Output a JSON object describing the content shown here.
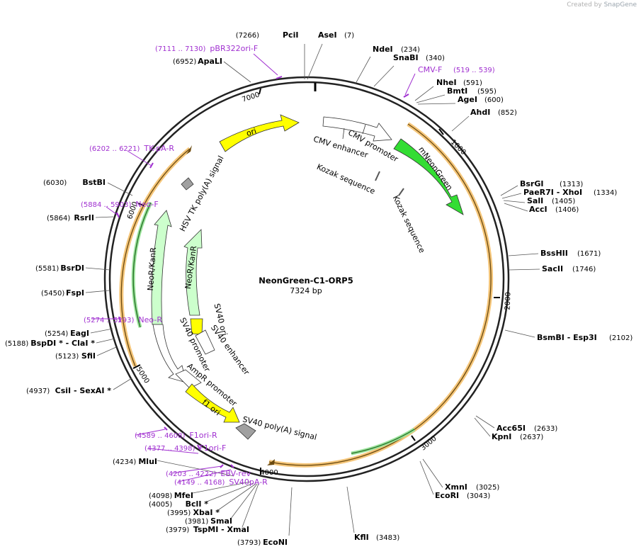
{
  "credit": {
    "prefix": "Created by",
    "brand": "SnapGene"
  },
  "plasmid": {
    "name": "NeonGreen-C1-ORP5",
    "length_label": "7324 bp"
  },
  "ticks": [
    "1000",
    "2000",
    "3000",
    "4000",
    "5000",
    "6000",
    "7000"
  ],
  "sites": [
    {
      "name": "PciI",
      "pos": "(7266)"
    },
    {
      "name": "AseI",
      "pos": "(7)"
    },
    {
      "name": "NdeI",
      "pos": "(234)"
    },
    {
      "name": "SnaBI",
      "pos": "(340)"
    },
    {
      "name": "NheI",
      "pos": "(591)"
    },
    {
      "name": "BmtI",
      "pos": "(595)"
    },
    {
      "name": "AgeI",
      "pos": "(600)"
    },
    {
      "name": "AhdI",
      "pos": "(852)"
    },
    {
      "name": "BsrGI",
      "pos": "(1313)"
    },
    {
      "name": "PaeR7I - XhoI",
      "pos": "(1334)"
    },
    {
      "name": "SalI",
      "pos": "(1405)"
    },
    {
      "name": "AccI",
      "pos": "(1406)"
    },
    {
      "name": "BssHII",
      "pos": "(1671)"
    },
    {
      "name": "SacII",
      "pos": "(1746)"
    },
    {
      "name": "BsmBI - Esp3I",
      "pos": "(2102)"
    },
    {
      "name": "Acc65I",
      "pos": "(2633)"
    },
    {
      "name": "KpnI",
      "pos": "(2637)"
    },
    {
      "name": "XmnI",
      "pos": "(3025)"
    },
    {
      "name": "EcoRI",
      "pos": "(3043)"
    },
    {
      "name": "KflI",
      "pos": "(3483)"
    },
    {
      "name": "EcoNI",
      "pos": "(3793)"
    },
    {
      "name": "TspMI - XmaI",
      "pos": "(3979)"
    },
    {
      "name": "SmaI",
      "pos": "(3981)"
    },
    {
      "name": "XbaI *",
      "pos": "(3995)"
    },
    {
      "name": "BclI *",
      "pos": "(4005)"
    },
    {
      "name": "MfeI",
      "pos": "(4098)"
    },
    {
      "name": "MluI",
      "pos": "(4234)"
    },
    {
      "name": "CsiI - SexAI *",
      "pos": "(4937)"
    },
    {
      "name": "SfiI",
      "pos": "(5123)"
    },
    {
      "name": "BspDI * - ClaI *",
      "pos": "(5188)"
    },
    {
      "name": "EagI",
      "pos": "(5254)"
    },
    {
      "name": "FspI",
      "pos": "(5450)"
    },
    {
      "name": "BsrDI",
      "pos": "(5581)"
    },
    {
      "name": "RsrII",
      "pos": "(5864)"
    },
    {
      "name": "BstBI",
      "pos": "(6030)"
    },
    {
      "name": "ApaLI",
      "pos": "(6952)"
    }
  ],
  "primers": [
    {
      "name": "pBR322ori-F",
      "range": "(7111 .. 7130)"
    },
    {
      "name": "CMV-F",
      "range": "(519 .. 539)"
    },
    {
      "name": "TK-pA-R",
      "range": "(6202 .. 6221)"
    },
    {
      "name": "Neo-F",
      "range": "(5884 .. 5903)"
    },
    {
      "name": "Neo-R",
      "range": "(5274 .. 5293)"
    },
    {
      "name": "F1ori-R",
      "range": "(4589 .. 4608)"
    },
    {
      "name": "F1ori-F",
      "range": "(4377 .. 4398)"
    },
    {
      "name": "EBV-rev",
      "range": "(4203 .. 4222)"
    },
    {
      "name": "SV40pA-R",
      "range": "(4149 .. 4168)"
    }
  ],
  "features": {
    "ori": "ori",
    "cmv_enhancer": "CMV enhancer",
    "cmv_promoter": "CMV promoter",
    "mneongreen": "mNeonGreen",
    "kozak1": "Kozak sequence",
    "kozak2": "Kozak sequence",
    "hsv_tk": "HSV TK poly(A) signal",
    "neokan_outer": "NeoR/KanR",
    "neokan_inner": "NeoR/KanR",
    "sv40_ori": "SV40 ori",
    "sv40_enhancer": "SV40 enhancer",
    "sv40_promoter": "SV40 promoter",
    "ampr_promoter": "AmpR promoter",
    "f1_ori": "f1 ori",
    "sv40_polya": "SV40 poly(A) signal"
  },
  "colors": {
    "backbone": "#222222",
    "orf": "#f5a623",
    "ori": "#ffff00",
    "mneongreen": "#33dd33",
    "neokan": "#ccffcc",
    "promoter": "#ffffff",
    "polya": "#a0a0a0",
    "primer": "#a030d0"
  }
}
